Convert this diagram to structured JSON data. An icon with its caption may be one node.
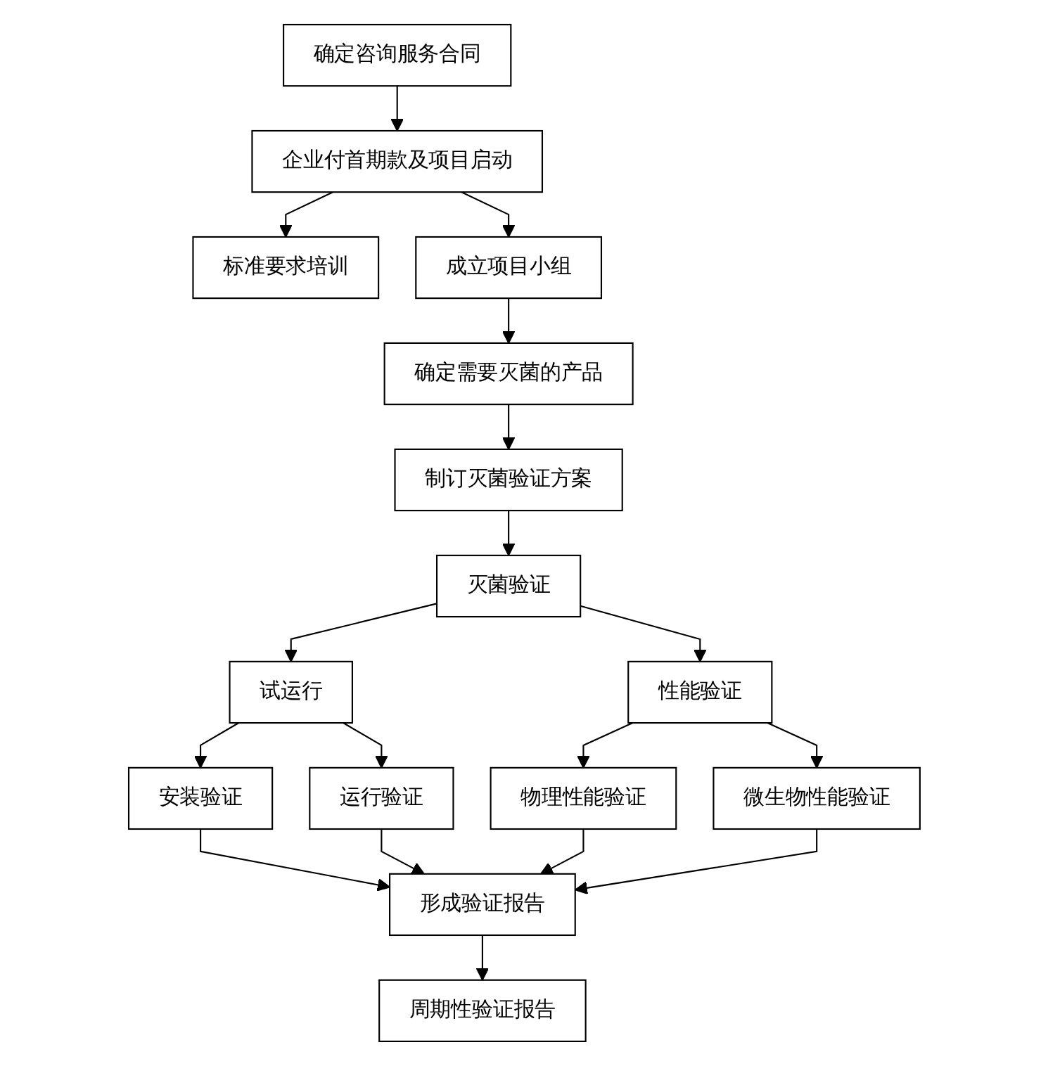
{
  "diagram": {
    "nodes": [
      {
        "text": [
          "确定咨询服务合同"
        ]
      },
      {
        "text": [
          "企业付首期款及项目启动"
        ]
      },
      {
        "text": [
          "标准要求培训"
        ]
      },
      {
        "text": [
          "成立项目小组"
        ]
      },
      {
        "text": [
          "确定需要灭菌的产品"
        ]
      },
      {
        "text": [
          "制订灭菌验证方案"
        ]
      },
      {
        "text": [
          "灭菌验证"
        ]
      },
      {
        "text": [
          "试运行"
        ]
      },
      {
        "text": [
          "性能验证"
        ]
      },
      {
        "text": [
          "安装验证"
        ]
      },
      {
        "text": [
          "运行验证"
        ]
      },
      {
        "text": [
          "物理性能验证"
        ]
      },
      {
        "text": [
          "微生物性能验证"
        ]
      },
      {
        "text": [
          "形成验证报告"
        ]
      },
      {
        "text": [
          "周期性验证报告"
        ]
      }
    ],
    "edges": [
      {
        "from": 0,
        "to": 1,
        "arrow": "to"
      },
      {
        "from": 1,
        "to": 2,
        "arrow": "to"
      },
      {
        "from": 1,
        "to": 3,
        "arrow": "to"
      },
      {
        "from": 3,
        "to": 4,
        "arrow": "to"
      },
      {
        "from": 4,
        "to": 5,
        "arrow": "to"
      },
      {
        "from": 5,
        "to": 6,
        "arrow": "to"
      },
      {
        "from": 6,
        "to": 7,
        "arrow": "to"
      },
      {
        "from": 6,
        "to": 8,
        "arrow": "to"
      },
      {
        "from": 7,
        "to": 9,
        "arrow": "to"
      },
      {
        "from": 7,
        "to": 10,
        "arrow": "to"
      },
      {
        "from": 8,
        "to": 11,
        "arrow": "to"
      },
      {
        "from": 8,
        "to": 12,
        "arrow": "to"
      },
      {
        "from": 9,
        "to": 13,
        "arrow": "to"
      },
      {
        "from": 10,
        "to": 13,
        "arrow": "to"
      },
      {
        "from": 11,
        "to": 13,
        "arrow": "to"
      },
      {
        "from": 12,
        "to": 13,
        "arrow": "to"
      },
      {
        "from": 13,
        "to": 14,
        "arrow": "to"
      }
    ]
  }
}
